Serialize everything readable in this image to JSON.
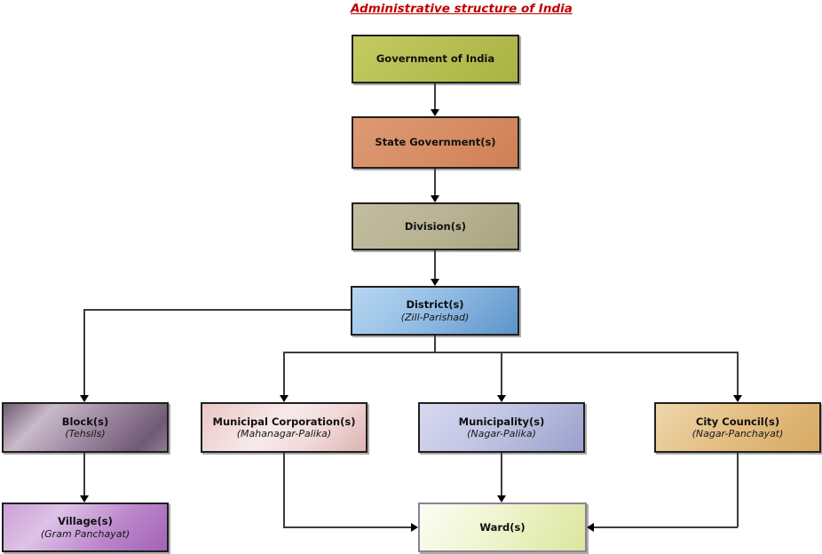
{
  "title": "Administrative structure of India",
  "style": {
    "title_color": "#c00000",
    "line_color": "#3c3c3c",
    "arrowhead_color": "#000000",
    "node_border_color": "#1f1f1f",
    "ward_border_color": "#8f8093"
  },
  "nodes": {
    "government": {
      "label": "Government of India",
      "fill": "#b6bf52"
    },
    "state": {
      "label": "State Government(s)",
      "fill": "#d78c63"
    },
    "division": {
      "label": "Division(s)",
      "fill": "#b7b292"
    },
    "district": {
      "label": "District(s)",
      "sublabel": "(Zill-Parishad)",
      "fill": "#7fb0de"
    },
    "block": {
      "label": "Block(s)",
      "sublabel": "(Tehsils)",
      "fill": "#9d86a0"
    },
    "municipal": {
      "label": "Municipal Corporation(s)",
      "sublabel": "(Mahanagar-Palika)",
      "fill": "#eed5d4"
    },
    "municipality": {
      "label": "Municipality(s)",
      "sublabel": "(Nagar-Palika)",
      "fill": "#b3b8dc"
    },
    "citycouncil": {
      "label": "City Council(s)",
      "sublabel": "(Nagar-Panchayat)",
      "fill": "#e2bb7e"
    },
    "village": {
      "label": "Village(s)",
      "sublabel": "(Gram Panchayat)",
      "fill": "#bb86cb"
    },
    "ward": {
      "label": "Ward(s)",
      "fill": "#e9efbc"
    }
  },
  "edges": [
    {
      "from": "government",
      "to": "state"
    },
    {
      "from": "state",
      "to": "division"
    },
    {
      "from": "division",
      "to": "district"
    },
    {
      "from": "district",
      "to": "block"
    },
    {
      "from": "district",
      "to": "municipal"
    },
    {
      "from": "district",
      "to": "municipality"
    },
    {
      "from": "district",
      "to": "citycouncil"
    },
    {
      "from": "block",
      "to": "village"
    },
    {
      "from": "municipal",
      "to": "ward"
    },
    {
      "from": "municipality",
      "to": "ward"
    },
    {
      "from": "citycouncil",
      "to": "ward"
    }
  ]
}
